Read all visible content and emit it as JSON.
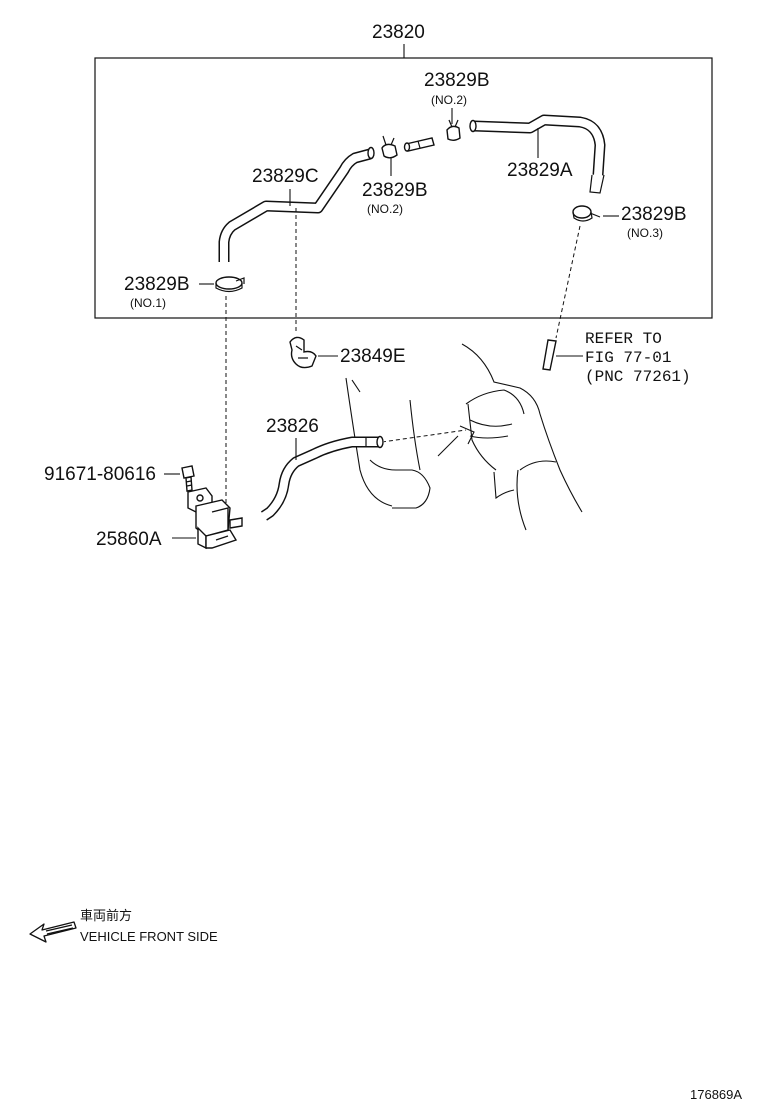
{
  "assembly": {
    "part_number": "23820"
  },
  "parts": {
    "clamp_no2_top": {
      "part_number": "23829B",
      "note": "(NO.2)"
    },
    "clamp_no2_mid": {
      "part_number": "23829B",
      "note": "(NO.2)"
    },
    "clamp_no3": {
      "part_number": "23829B",
      "note": "(NO.3)"
    },
    "clamp_no1": {
      "part_number": "23829B",
      "note": "(NO.1)"
    },
    "hose_a": {
      "part_number": "23829A"
    },
    "hose_c": {
      "part_number": "23829C"
    },
    "clip": {
      "part_number": "23849E"
    },
    "hose_lower": {
      "part_number": "23826"
    },
    "bolt": {
      "part_number": "91671-80616"
    },
    "valve": {
      "part_number": "25860A"
    }
  },
  "reference": {
    "line1": "REFER TO",
    "line2": "FIG 77-01",
    "line3": "(PNC 77261)"
  },
  "legend": {
    "direction_jp": "車両前方",
    "direction_en": "VEHICLE FRONT SIDE"
  },
  "footer": {
    "illustration_id": "176869A"
  }
}
